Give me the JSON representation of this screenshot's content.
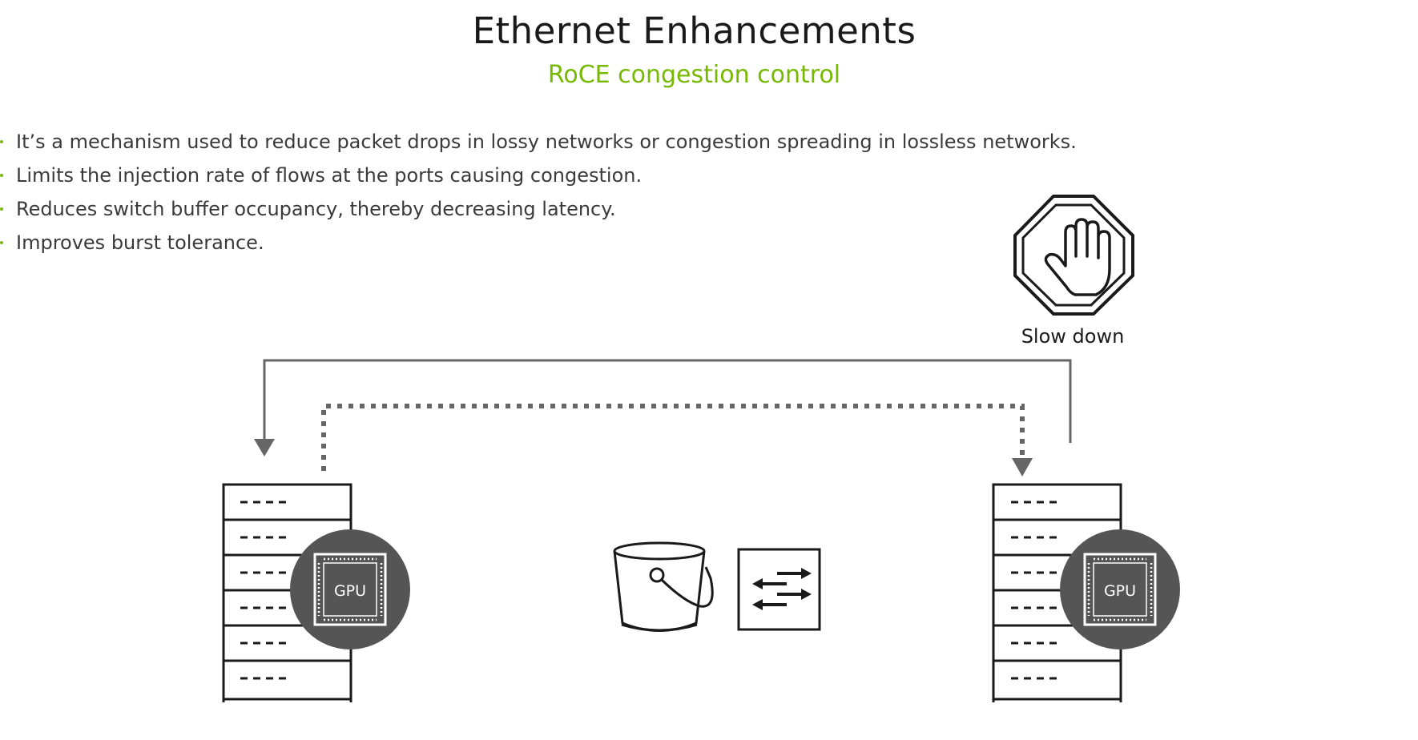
{
  "title": "Ethernet Enhancements",
  "subtitle": "RoCE congestion control",
  "bullets": [
    "It’s a mechanism used to reduce packet drops in lossy networks or congestion spreading in lossless networks.",
    "Limits the injection rate of flows at the ports causing congestion.",
    "Reduces switch buffer occupancy, thereby decreasing latency.",
    "Improves burst tolerance."
  ],
  "stop_sign_label": "Slow down",
  "left_server": {
    "gpu_label": "GPU"
  },
  "right_server": {
    "gpu_label": "GPU"
  },
  "colors": {
    "accent": "#76b900",
    "line": "#666666",
    "gpu_badge": "#555555",
    "ink": "#1a1a1a"
  },
  "icons": [
    "server-rack-icon",
    "gpu-chip-icon",
    "bucket-icon",
    "switch-icon",
    "stop-hand-icon"
  ]
}
